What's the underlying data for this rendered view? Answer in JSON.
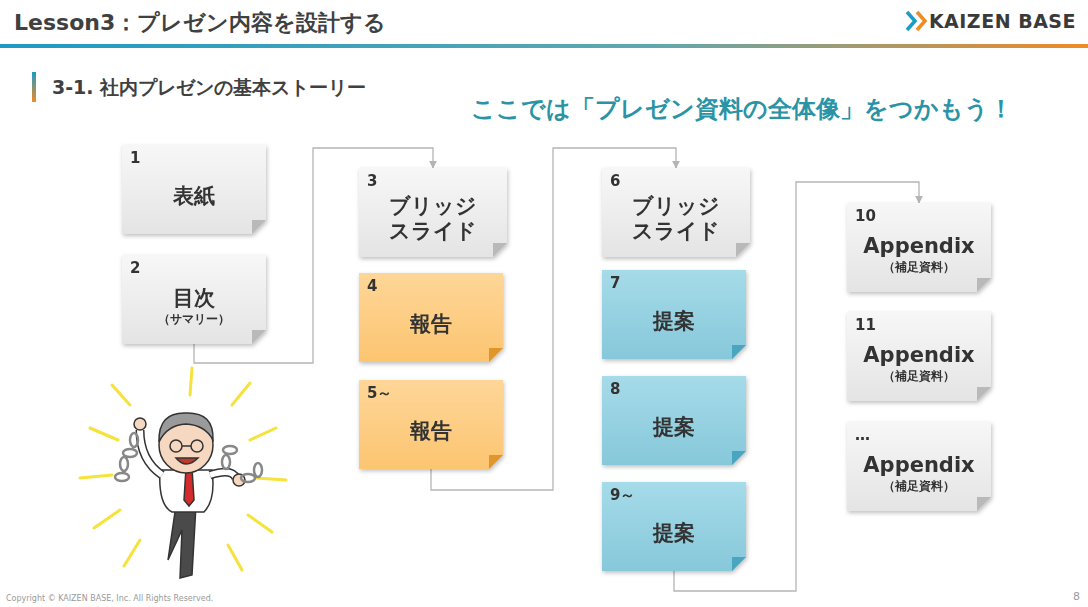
{
  "diagram": {
    "title": "Lesson3：プレゼン内容を設計する",
    "nodes": [
      {
        "text": [
          "1",
          "表紙"
        ]
      },
      {
        "text": [
          "2",
          "目次",
          "（サマリー）"
        ]
      },
      {
        "text": [
          "3",
          "ブリッジ スライド"
        ]
      },
      {
        "text": [
          "4",
          "報告"
        ]
      },
      {
        "text": [
          "5～",
          "報告"
        ]
      },
      {
        "text": [
          "6",
          "ブリッジ スライド"
        ]
      },
      {
        "text": [
          "7",
          "提案"
        ]
      },
      {
        "text": [
          "8",
          "提案"
        ]
      },
      {
        "text": [
          "9～",
          "提案"
        ]
      },
      {
        "text": [
          "10",
          "Appendix",
          "（補足資料）"
        ]
      },
      {
        "text": [
          "11",
          "Appendix",
          "（補足資料）"
        ]
      },
      {
        "text": [
          "…",
          "Appendix",
          "（補足資料）"
        ]
      }
    ],
    "edges": [
      {
        "from": 1,
        "to": 2,
        "arrow": "to"
      },
      {
        "from": 4,
        "to": 5,
        "arrow": "to"
      },
      {
        "from": 8,
        "to": 9,
        "arrow": "to"
      }
    ],
    "labels": [
      "3-1.  社内プレゼンの基本ストーリー",
      "ここでは「プレゼン資料の全体像」をつかもう！",
      "KAIZEN BASE",
      "Copyright ©  KAIZEN BASE, Inc.  All Rights Reserved.",
      "8"
    ]
  }
}
